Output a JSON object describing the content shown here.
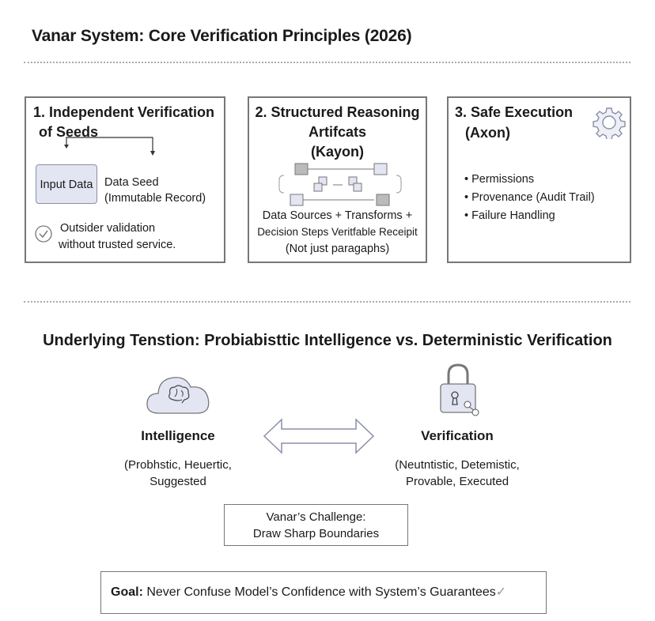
{
  "title": "Vanar System: Core Verification Principles (2026)",
  "cards": [
    {
      "title_line1": "1. Independent Verification",
      "title_line2": "of Seeds",
      "input_box": "Input Data",
      "seed_line1": "Data Seed",
      "seed_line2": "(Immutable Record)",
      "check_line1": "Outsider validation",
      "check_line2": "without trusted service."
    },
    {
      "title_line1": "2. Structured Reasoning",
      "title_line2": "Artifcats",
      "title_line3": "(Kayon)",
      "desc_line1": "Data Sources + Transforms +",
      "desc_line2": "Decision Steps Veritfable Receipit",
      "desc_line3": "(Not just paragaphs)"
    },
    {
      "title_line1": "3. Safe Execution",
      "title_line2": "(Axon)",
      "bullets": [
        "Permissions",
        "Provenance (Audit Trail)",
        "Failure Handling"
      ]
    }
  ],
  "tension": {
    "heading": "Underlying Tenstion: Probiabisttic Intelligence vs. Deterministic Verification",
    "left_label": "Intelligence",
    "left_sub1": "(Probhstic, Heuertic,",
    "left_sub2": "Suggested",
    "right_label": "Verification",
    "right_sub1": "(Neutntistic, Detemistic,",
    "right_sub2": "Provable, Executed"
  },
  "challenge": {
    "line1": "Vanar’s Challenge:",
    "line2": "Draw Sharp Boundaries"
  },
  "goal": {
    "label": "Goal:",
    "text": " Never Confuse Model’s Confidence with System’s Guarantees"
  },
  "colors": {
    "box_fill": "#e3e5f3",
    "border": "#777777",
    "icon": "#8a8fa8"
  }
}
